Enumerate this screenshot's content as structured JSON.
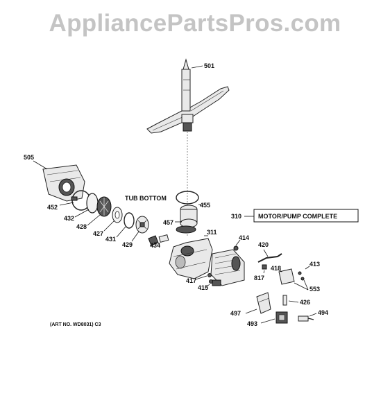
{
  "watermark": "AppliancePartsPros.com",
  "callouts": {
    "p501": "501",
    "p505": "505",
    "p452": "452",
    "p432": "432",
    "p428": "428",
    "p427": "427",
    "p431": "431",
    "p429": "429",
    "p434": "434",
    "p455": "455",
    "p457": "457",
    "p311": "311",
    "p310": "310",
    "p414": "414",
    "p420": "420",
    "p817": "817",
    "p418": "418",
    "p413": "413",
    "p553": "553",
    "p417": "417",
    "p415": "415",
    "p426": "426",
    "p497": "497",
    "p494": "494",
    "p493": "493"
  },
  "labels": {
    "tub_bottom": "TUB BOTTOM",
    "motor_pump": "MOTOR/PUMP COMPLETE",
    "art_no": "(ART NO. WD8031) C3"
  }
}
